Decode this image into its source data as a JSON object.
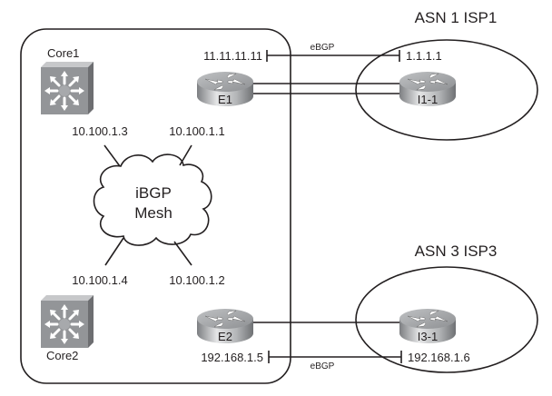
{
  "diagram": {
    "enterprise": {
      "devices": {
        "core1": {
          "label": "Core1",
          "type": "layer3-switch"
        },
        "core2": {
          "label": "Core2",
          "type": "layer3-switch"
        },
        "e1": {
          "label": "E1",
          "type": "router"
        },
        "e2": {
          "label": "E2",
          "type": "router"
        }
      },
      "cloud": {
        "line1": "iBGP",
        "line2": "Mesh"
      },
      "mesh_addresses": [
        "10.100.1.3",
        "10.100.1.1",
        "10.100.1.4",
        "10.100.1.2"
      ]
    },
    "isp1": {
      "title": "ASN 1 ISP1",
      "router": {
        "label": "I1-1",
        "type": "router"
      }
    },
    "isp3": {
      "title": "ASN 3 ISP3",
      "router": {
        "label": "I3-1",
        "type": "router"
      }
    },
    "peerings": [
      {
        "label": "eBGP",
        "local_ip": "11.11.11.11",
        "remote_ip": "1.1.1.1"
      },
      {
        "label": "eBGP",
        "local_ip": "192.168.1.5",
        "remote_ip": "192.168.1.6"
      }
    ]
  }
}
